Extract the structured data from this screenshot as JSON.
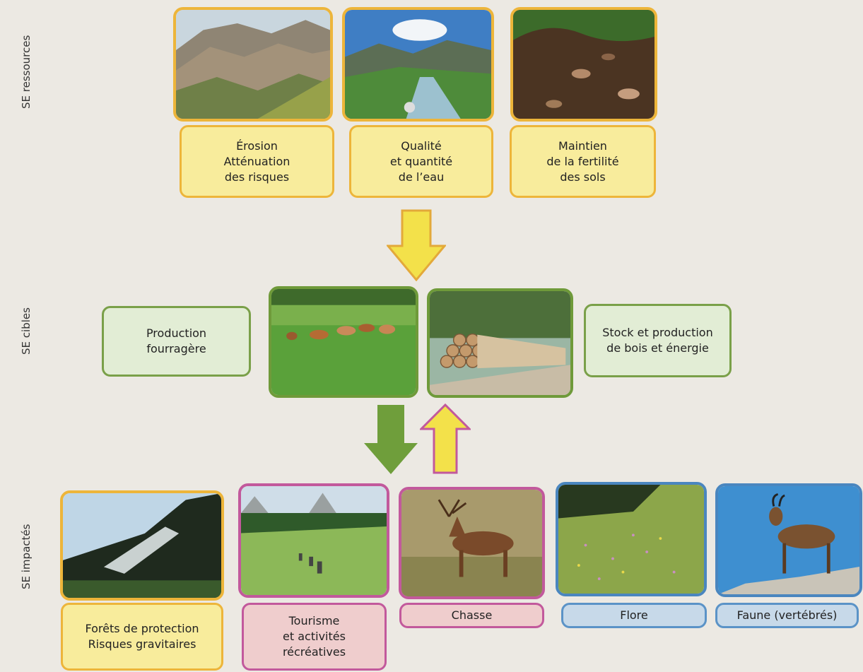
{
  "rows": {
    "resources": "SE ressources",
    "targets": "SE cibles",
    "impacted": "SE impactés"
  },
  "resources": [
    {
      "label": "Érosion\nAtténuation\ndes risques",
      "photo": "mountain-erosion"
    },
    {
      "label": "Qualité\net quantité\nde l’eau",
      "photo": "mountain-river"
    },
    {
      "label": "Maintien\nde la fertilité\ndes sols",
      "photo": "soil"
    }
  ],
  "targets": {
    "left_label": "Production\nfourragère",
    "right_label": "Stock et production\nde bois et énergie",
    "left_photo": "cows-pasture",
    "right_photo": "log-pile"
  },
  "impacted": [
    {
      "label": "Forêts de protection\nRisques gravitaires",
      "photo": "forest-slope"
    },
    {
      "label": "Tourisme\net activités\nrécréatives",
      "photo": "hikers"
    },
    {
      "label": "Chasse",
      "photo": "deer"
    },
    {
      "label": "Flore",
      "photo": "meadow-flowers"
    },
    {
      "label": "Faune (vertébrés)",
      "photo": "chamois"
    }
  ],
  "colors": {
    "yellow": "#edb53a",
    "green": "#6f9a3a",
    "magenta": "#c2599c",
    "blue": "#4a86bf"
  }
}
